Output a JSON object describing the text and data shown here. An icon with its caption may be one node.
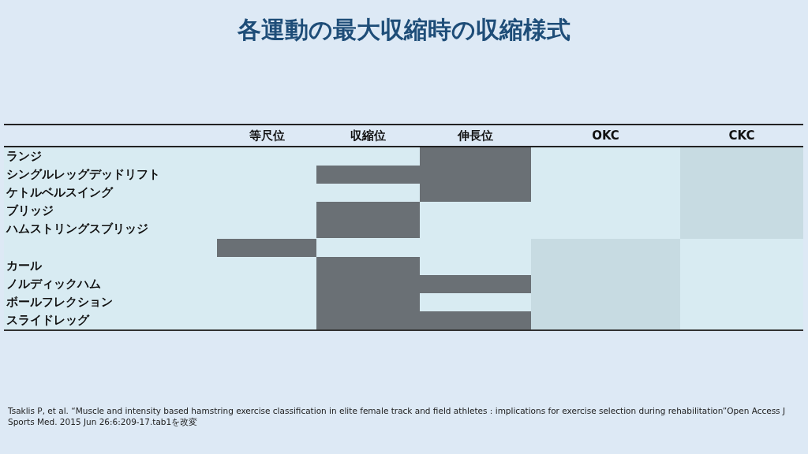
{
  "diagram": {
    "title": "各運動の最大収縮時の収縮様式",
    "caption": "Tsaklis P, et al. “Muscle and intensity based hamstring exercise classification in elite female track and field athletes : implications for exercise selection during rehabilitation”Open Access J Sports Med. 2015 Jun 26:6:209-17.tab1を改変",
    "labels": [
      "等尺位",
      "収縮位",
      "伸長位",
      "OKC",
      "CKC",
      "ランジ",
      "シングルレッグデッドリフト",
      "ケトルベルスイング",
      "ブリッジ",
      "ハムストリングスブリッジ",
      "カール",
      "ノルディックハム",
      "ボールフレクション",
      "スライドレッグ"
    ]
  }
}
